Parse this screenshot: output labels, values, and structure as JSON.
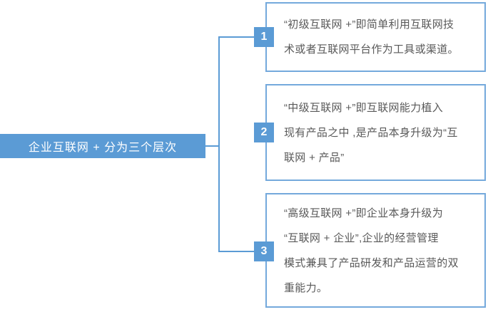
{
  "root": {
    "label": "企业互联网 + 分为三个层次"
  },
  "branches": [
    {
      "number": "1",
      "text": "“初级互联网 +”即简单利用互联网技\n术或者互联网平台作为工具或渠道。"
    },
    {
      "number": "2",
      "text": "“中级互联网 +”即互联网能力植入\n现有产品之中 ,是产品本身升级为“互\n联网 + 产品”"
    },
    {
      "number": "3",
      "text": "“高级互联网 +”即企业本身升级为\n“互联网 + 企业”,企业的经营管理\n模式兼具了产品研发和产品运营的双\n重能力。"
    }
  ],
  "colors": {
    "accent": "#5b9bd5",
    "border": "#74a9dc",
    "text": "#595959"
  }
}
